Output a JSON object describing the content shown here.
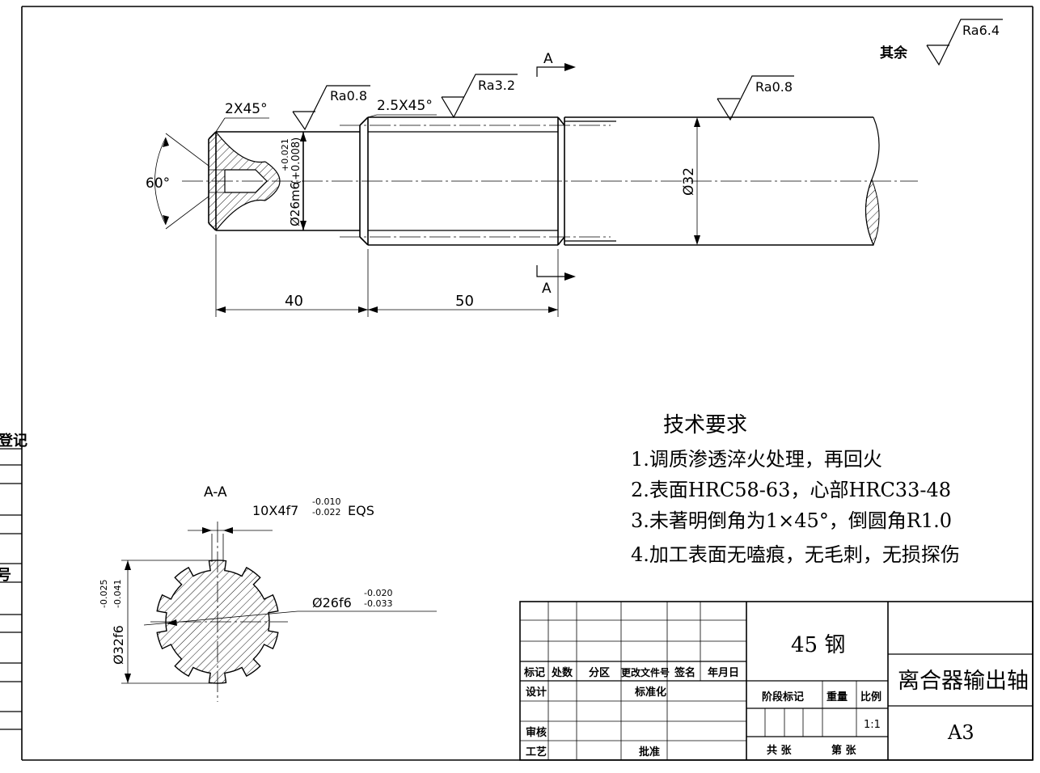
{
  "surface": {
    "general": "其余",
    "ra_general": "Ra6.4",
    "ra_left": "Ra0.8",
    "ra_mid": "Ra3.2",
    "ra_right": "Ra0.8"
  },
  "main_view": {
    "chamfer_left": "2X45°",
    "chamfer_mid": "2.5X45°",
    "angle": "60°",
    "dia_left": "Ø26m6",
    "dia_left_tol": "(+0.008)",
    "dia_left_upper": "+0.021",
    "dia_main": "Ø32",
    "len_1": "40",
    "len_2": "50",
    "section_mark": "A"
  },
  "section_view": {
    "title": "A-A",
    "spline": "10X4f7",
    "spline_upper": "-0.010",
    "spline_lower": "-0.022",
    "spline_suffix": "EQS",
    "minor_dia": "Ø26f6",
    "minor_upper": "-0.020",
    "minor_lower": "-0.033",
    "major_dia": "Ø32f6",
    "major_upper": "-0.025",
    "major_lower": "-0.041"
  },
  "notes": {
    "heading": "技术要求",
    "items": [
      "1.调质渗透淬火处理，再回火",
      "2.表面HRC58-63，心部HRC33-48",
      "3.未著明倒角为1×45°，倒圆角R1.0",
      "4.加工表面无嗑痕，无毛刺，无损探伤"
    ]
  },
  "title_block": {
    "material": "45 钢",
    "part_name": "离合器输出轴",
    "sheet_size": "A3",
    "scale": "1:1",
    "headers": [
      "标记",
      "处数",
      "分区",
      "更改文件号",
      "签名",
      "年月日"
    ],
    "design": "设计",
    "standardize": "标准化",
    "review": "审核",
    "process": "工艺",
    "approve": "批准",
    "stage": "阶段标记",
    "weight": "重量",
    "ratio": "比例",
    "total_sheets": "共  张",
    "sheet_no": "第  张"
  },
  "side_strip": {
    "label_1": "登记",
    "label_2": "号"
  }
}
